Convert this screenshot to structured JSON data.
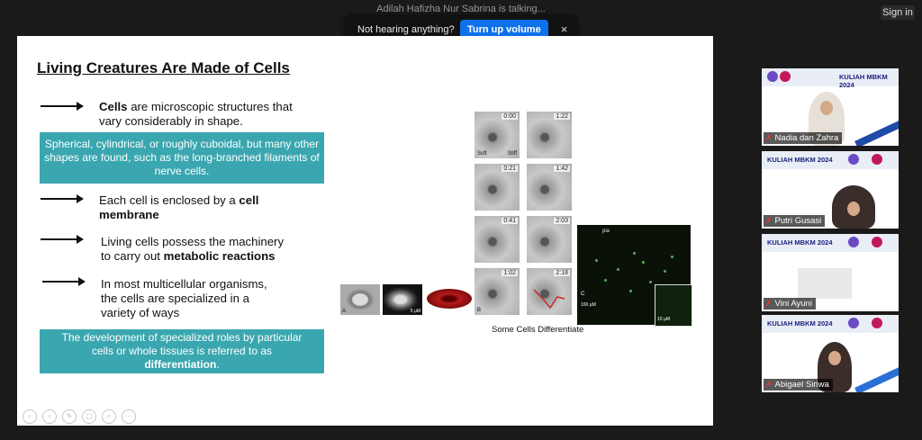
{
  "meeting": {
    "talking_indicator": "Adilah Hafizha Nur Sabrina is talking...",
    "notification": {
      "question": "Not hearing anything?",
      "action": "Turn up volume",
      "close": "×"
    },
    "signin": "Sign in"
  },
  "slide": {
    "title": "Living Creatures Are Made of Cells",
    "bullet1": {
      "bold": "Cells",
      "line1_rest": " are microscopic structures that",
      "line2": "vary considerably in shape."
    },
    "box1": "Spherical, cylindrical, or roughly cuboidal, but many other shapes are found, such as the long-branched filaments of nerve cells.",
    "bullet2": {
      "pre": "Each cell is enclosed by a ",
      "bold1": "cell",
      "bold2": "membrane"
    },
    "bullet3": {
      "line1": "Living cells possess the machinery",
      "pre2": "to carry out ",
      "bold2": "metabolic reactions"
    },
    "bullet4": {
      "line1": "In most multicellular organisms,",
      "line2": "the cells are specialized in a",
      "line3": "variety of ways"
    },
    "box2": {
      "line1": "The development of specialized roles by particular",
      "line2": "cells or whole tissues is referred to as",
      "bold": "differentiation",
      "dot": "."
    },
    "figure": {
      "caption": "Some Cells Differentiate",
      "label_a": "A",
      "label_b": "B",
      "label_c": "C",
      "scale_a": "5 µM",
      "scale_c1": "100 µM",
      "scale_c2": "10 µM",
      "pia": "pia",
      "soft": "Soft",
      "stiff": "Stiff",
      "times_left": [
        "0:00",
        "0:21",
        "0:41",
        "1:02"
      ],
      "times_right": [
        "1:22",
        "1:42",
        "2:03",
        "2:18"
      ]
    }
  },
  "participants": [
    {
      "name": "Nadia dan Zahra",
      "banner": "KULIAH MBKM 2024"
    },
    {
      "name": "Putri Gusasi",
      "banner": "KULIAH MBKM 2024"
    },
    {
      "name": "Vini Ayuni",
      "banner": "KULIAH MBKM 2024"
    },
    {
      "name": "Abigael Siriwa",
      "banner": "KULIAH MBKM 2024"
    }
  ]
}
